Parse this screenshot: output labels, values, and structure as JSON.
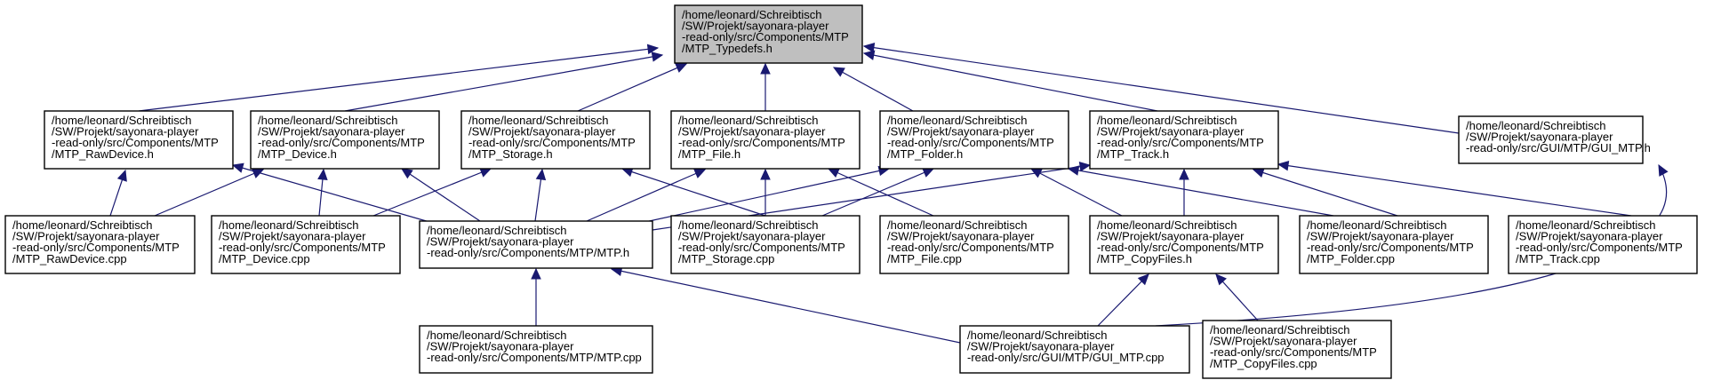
{
  "graph": {
    "nodes": [
      {
        "id": "typedefs",
        "lines": [
          "/home/leonard/Schreibtisch",
          "/SW/Projekt/sayonara-player",
          "-read-only/src/Components/MTP",
          "/MTP_Typedefs.h"
        ],
        "highlight": true
      },
      {
        "id": "rawdevice_h",
        "lines": [
          "/home/leonard/Schreibtisch",
          "/SW/Projekt/sayonara-player",
          "-read-only/src/Components/MTP",
          "/MTP_RawDevice.h"
        ]
      },
      {
        "id": "device_h",
        "lines": [
          "/home/leonard/Schreibtisch",
          "/SW/Projekt/sayonara-player",
          "-read-only/src/Components/MTP",
          "/MTP_Device.h"
        ]
      },
      {
        "id": "storage_h",
        "lines": [
          "/home/leonard/Schreibtisch",
          "/SW/Projekt/sayonara-player",
          "-read-only/src/Components/MTP",
          "/MTP_Storage.h"
        ]
      },
      {
        "id": "file_h",
        "lines": [
          "/home/leonard/Schreibtisch",
          "/SW/Projekt/sayonara-player",
          "-read-only/src/Components/MTP",
          "/MTP_File.h"
        ]
      },
      {
        "id": "folder_h",
        "lines": [
          "/home/leonard/Schreibtisch",
          "/SW/Projekt/sayonara-player",
          "-read-only/src/Components/MTP",
          "/MTP_Folder.h"
        ]
      },
      {
        "id": "track_h",
        "lines": [
          "/home/leonard/Schreibtisch",
          "/SW/Projekt/sayonara-player",
          "-read-only/src/Components/MTP",
          "/MTP_Track.h"
        ]
      },
      {
        "id": "gui_mtp_h",
        "lines": [
          "/home/leonard/Schreibtisch",
          "/SW/Projekt/sayonara-player",
          "-read-only/src/GUI/MTP/GUI_MTP.h"
        ]
      },
      {
        "id": "rawdevice_cpp",
        "lines": [
          "/home/leonard/Schreibtisch",
          "/SW/Projekt/sayonara-player",
          "-read-only/src/Components/MTP",
          "/MTP_RawDevice.cpp"
        ]
      },
      {
        "id": "device_cpp",
        "lines": [
          "/home/leonard/Schreibtisch",
          "/SW/Projekt/sayonara-player",
          "-read-only/src/Components/MTP",
          "/MTP_Device.cpp"
        ]
      },
      {
        "id": "mtp_h",
        "lines": [
          "/home/leonard/Schreibtisch",
          "/SW/Projekt/sayonara-player",
          "-read-only/src/Components/MTP/MTP.h"
        ]
      },
      {
        "id": "storage_cpp",
        "lines": [
          "/home/leonard/Schreibtisch",
          "/SW/Projekt/sayonara-player",
          "-read-only/src/Components/MTP",
          "/MTP_Storage.cpp"
        ]
      },
      {
        "id": "file_cpp",
        "lines": [
          "/home/leonard/Schreibtisch",
          "/SW/Projekt/sayonara-player",
          "-read-only/src/Components/MTP",
          "/MTP_File.cpp"
        ]
      },
      {
        "id": "copyfiles_h",
        "lines": [
          "/home/leonard/Schreibtisch",
          "/SW/Projekt/sayonara-player",
          "-read-only/src/Components/MTP",
          "/MTP_CopyFiles.h"
        ]
      },
      {
        "id": "folder_cpp",
        "lines": [
          "/home/leonard/Schreibtisch",
          "/SW/Projekt/sayonara-player",
          "-read-only/src/Components/MTP",
          "/MTP_Folder.cpp"
        ]
      },
      {
        "id": "track_cpp",
        "lines": [
          "/home/leonard/Schreibtisch",
          "/SW/Projekt/sayonara-player",
          "-read-only/src/Components/MTP",
          "/MTP_Track.cpp"
        ]
      },
      {
        "id": "mtp_cpp",
        "lines": [
          "/home/leonard/Schreibtisch",
          "/SW/Projekt/sayonara-player",
          "-read-only/src/Components/MTP/MTP.cpp"
        ]
      },
      {
        "id": "gui_mtp_cpp",
        "lines": [
          "/home/leonard/Schreibtisch",
          "/SW/Projekt/sayonara-player",
          "-read-only/src/GUI/MTP/GUI_MTP.cpp"
        ]
      },
      {
        "id": "copyfiles_cpp",
        "lines": [
          "/home/leonard/Schreibtisch",
          "/SW/Projekt/sayonara-player",
          "-read-only/src/Components/MTP",
          "/MTP_CopyFiles.cpp"
        ]
      }
    ],
    "edges": [
      {
        "from": "rawdevice_h",
        "to": "typedefs"
      },
      {
        "from": "device_h",
        "to": "typedefs"
      },
      {
        "from": "storage_h",
        "to": "typedefs"
      },
      {
        "from": "file_h",
        "to": "typedefs"
      },
      {
        "from": "folder_h",
        "to": "typedefs"
      },
      {
        "from": "track_h",
        "to": "typedefs"
      },
      {
        "from": "gui_mtp_h",
        "to": "typedefs"
      },
      {
        "from": "rawdevice_cpp",
        "to": "rawdevice_h"
      },
      {
        "from": "mtp_h",
        "to": "rawdevice_h"
      },
      {
        "from": "rawdevice_cpp",
        "to": "device_h"
      },
      {
        "from": "device_cpp",
        "to": "device_h"
      },
      {
        "from": "mtp_h",
        "to": "device_h"
      },
      {
        "from": "device_cpp",
        "to": "storage_h"
      },
      {
        "from": "mtp_h",
        "to": "storage_h"
      },
      {
        "from": "storage_cpp",
        "to": "storage_h"
      },
      {
        "from": "mtp_h",
        "to": "file_h"
      },
      {
        "from": "storage_cpp",
        "to": "file_h"
      },
      {
        "from": "file_cpp",
        "to": "file_h"
      },
      {
        "from": "mtp_h",
        "to": "folder_h"
      },
      {
        "from": "storage_cpp",
        "to": "folder_h"
      },
      {
        "from": "copyfiles_h",
        "to": "folder_h"
      },
      {
        "from": "folder_cpp",
        "to": "folder_h"
      },
      {
        "from": "mtp_h",
        "to": "track_h"
      },
      {
        "from": "copyfiles_h",
        "to": "track_h"
      },
      {
        "from": "folder_cpp",
        "to": "track_h"
      },
      {
        "from": "track_cpp",
        "to": "track_h"
      },
      {
        "from": "mtp_cpp",
        "to": "mtp_h"
      },
      {
        "from": "gui_mtp_cpp",
        "to": "mtp_h"
      },
      {
        "from": "gui_mtp_cpp",
        "to": "copyfiles_h"
      },
      {
        "from": "copyfiles_cpp",
        "to": "copyfiles_h"
      },
      {
        "from": "gui_mtp_cpp",
        "to": "gui_mtp_h"
      }
    ]
  },
  "colors": {
    "edge": "#191970",
    "root_fill": "#bfbfbf",
    "node_fill": "#ffffff",
    "node_border": "#000000"
  }
}
